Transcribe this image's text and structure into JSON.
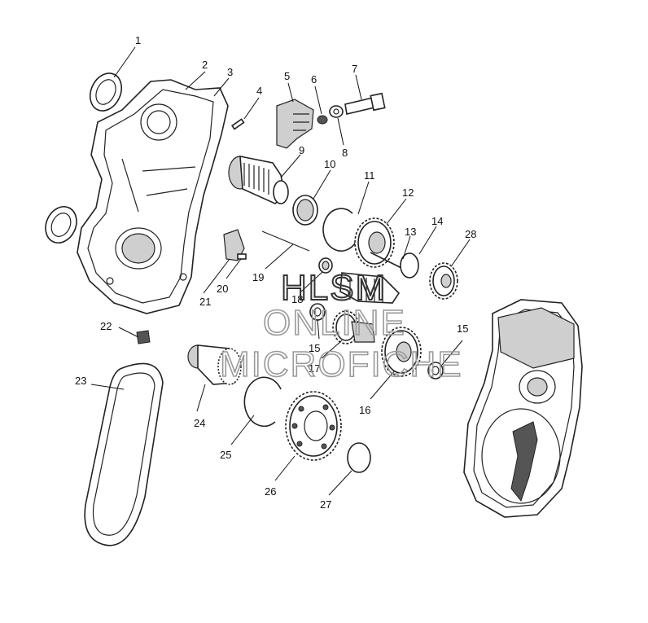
{
  "callouts": [
    "1",
    "2",
    "3",
    "4",
    "5",
    "6",
    "7",
    "8",
    "9",
    "10",
    "11",
    "12",
    "13",
    "14",
    "28",
    "19",
    "20",
    "21",
    "18",
    "15",
    "17",
    "16",
    "15",
    "22",
    "23",
    "24",
    "25",
    "26",
    "27"
  ],
  "watermark": {
    "line1": "HLSM",
    "line2": "ONLINE",
    "line3": "MICROFICHE"
  }
}
